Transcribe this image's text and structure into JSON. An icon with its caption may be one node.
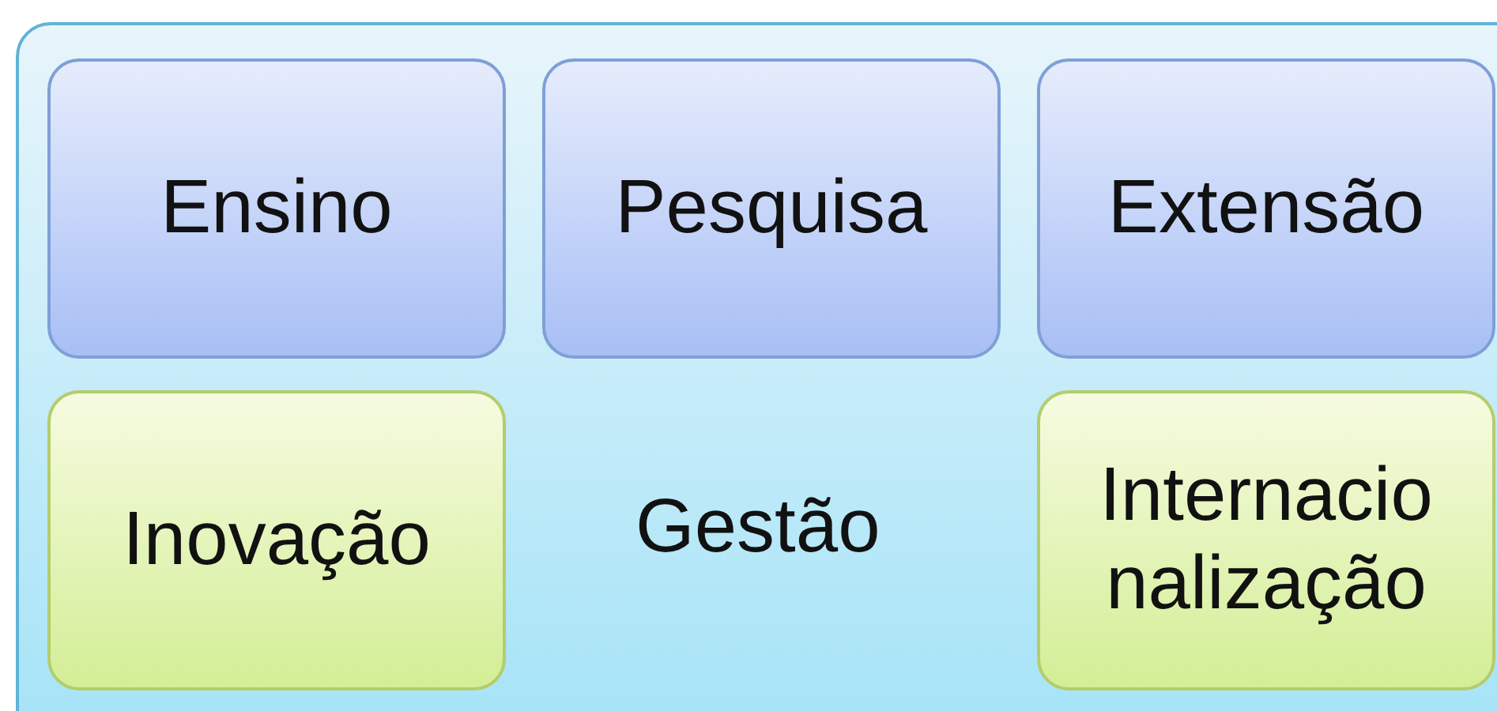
{
  "diagram": {
    "nodes": [
      {
        "text": [
          "Gestão"
        ]
      },
      {
        "text": [
          "Ensino"
        ],
        "in": 0
      },
      {
        "text": [
          "Pesquisa"
        ],
        "in": 0
      },
      {
        "text": [
          "Extensão"
        ],
        "in": 0
      },
      {
        "text": [
          "Inovação"
        ],
        "in": 0
      },
      {
        "text": [
          "Internacio nalização"
        ],
        "in": 0
      }
    ]
  }
}
